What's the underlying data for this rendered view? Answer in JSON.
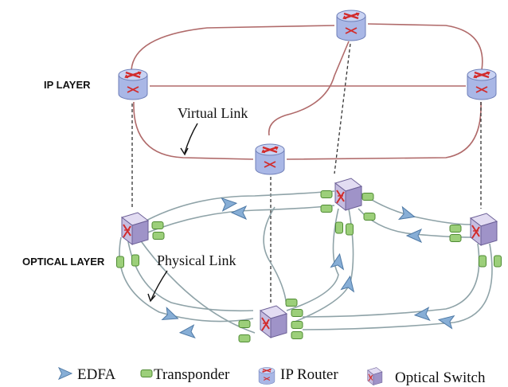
{
  "labels": {
    "ip_layer": "IP LAYER",
    "optical_layer": "OPTICAL  LAYER",
    "virtual_link": "Virtual Link",
    "physical_link": "Physical Link"
  },
  "legend": {
    "edfa": "EDFA",
    "transponder": "Transponder",
    "ip_router": "IP Router",
    "optical_switch": "Optical Switch"
  },
  "colors": {
    "router_body": "#a9b7e6",
    "router_top": "#c9d3f3",
    "router_symbol": "#d22b2b",
    "switch_face": "#c6bde0",
    "transponder": "#9ccf7a",
    "edfa": "#87aed6",
    "ip_link": "#b06a6a",
    "fiber": "#8fa3a8"
  },
  "icons": {
    "router": "ip-router-icon",
    "switch": "optical-switch-icon",
    "edfa": "edfa-amplifier-icon",
    "transponder": "transponder-icon"
  }
}
